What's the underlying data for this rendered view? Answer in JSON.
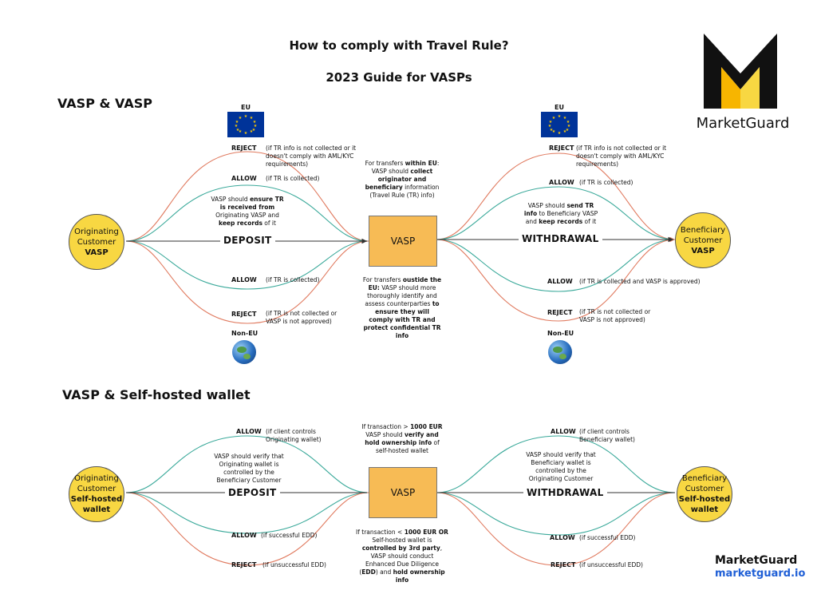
{
  "title": "How to comply with Travel Rule?",
  "subtitle": "2023 Guide for VASPs",
  "logo": {
    "brand": "MarketGuard"
  },
  "footer": {
    "brand": "MarketGuard",
    "url": "marketguard.io"
  },
  "colors": {
    "reject_line": "#e07a5f",
    "allow_line": "#3aa99a",
    "circle_fill": "#f8d742",
    "vasp_fill": "#f7bb55",
    "url": "#1f5fd6"
  },
  "top": {
    "heading": "VASP & VASP",
    "eu_left": "EU",
    "eu_right": "EU",
    "noneu_left": "Non-EU",
    "noneu_right": "Non-EU",
    "orig": {
      "line1": "Originating",
      "line2": "Customer",
      "line3": "VASP"
    },
    "benef": {
      "line1": "Beneficiary",
      "line2": "Customer",
      "line3": "VASP"
    },
    "vasp": "VASP",
    "deposit": "DEPOSIT",
    "withdrawal": "WITHDRAWAL",
    "left": {
      "reject_top": "REJECT",
      "reject_top_note": "(if TR info is not collected or it doesn't comply with AML/KYC requirements)",
      "allow_top": "ALLOW",
      "allow_top_note": "(if TR is collected)",
      "note_a": "VASP should ",
      "note_b": "ensure TR is received from",
      "note_c": " Originating VASP and ",
      "note_d": "keep records",
      "note_e": " of it",
      "allow_bottom": "ALLOW",
      "allow_bottom_note": "(if TR is collected)",
      "reject_bottom": "REJECT",
      "reject_bottom_note": "(if TR is not collected or VASP is not approved)"
    },
    "right": {
      "reject_top": "REJECT",
      "reject_top_note": "(if TR info is not collected or it doesn't comply with AML/KYC requirements)",
      "allow_top": "ALLOW",
      "allow_top_note": "(if TR is collected)",
      "note_a": "VASP should ",
      "note_b": "send TR info",
      "note_c": " to Beneficiary VASP and ",
      "note_d": "keep records",
      "note_e": " of it",
      "allow_bottom": "ALLOW",
      "allow_bottom_note": "(if TR is collected and VASP is approved)",
      "reject_bottom": "REJECT",
      "reject_bottom_note": "(if TR is not collected or VASP is not approved)"
    },
    "eu_text": {
      "a": "For transfers ",
      "b": "within EU",
      "c": ": VASP should ",
      "d": "collect originator and beneficiary",
      "e": " information (Travel Rule (TR) info)"
    },
    "noneu_text": {
      "a": "For transfers ",
      "b": "oustide the EU:",
      "c": " VASP should more thoroughly identify and assess counterparties ",
      "d": "to ensure they will comply with TR and protect confidential TR info"
    }
  },
  "bottom": {
    "heading": "VASP & Self-hosted wallet",
    "orig": {
      "line1": "Originating",
      "line2": "Customer",
      "line3": "Self-hosted",
      "line4": "wallet"
    },
    "benef": {
      "line1": "Beneficiary",
      "line2": "Customer",
      "line3": "Self-hosted",
      "line4": "wallet"
    },
    "vasp": "VASP",
    "deposit": "DEPOSIT",
    "withdrawal": "WITHDRAWAL",
    "left": {
      "allow_top": "ALLOW",
      "allow_top_note": "(if client controls Originating wallet)",
      "note": "VASP should verify that Originating wallet is controlled by the Beneficiary Customer",
      "allow_bottom": "ALLOW",
      "allow_bottom_note": "(if successful EDD)",
      "reject_bottom": "REJECT",
      "reject_bottom_note": "(if unsuccessful EDD)"
    },
    "right": {
      "allow_top": "ALLOW",
      "allow_top_note": "(if client controls Beneficiary wallet)",
      "note": "VASP should verify that Beneficiary wallet is controlled by the Originating Customer",
      "allow_bottom": "ALLOW",
      "allow_bottom_note": "(if successful EDD)",
      "reject_bottom": "REJECT",
      "reject_bottom_note": "(if unsuccessful EDD)"
    },
    "top_text": {
      "a": "If transaction > ",
      "b": "1000 EUR",
      "c": " VASP should ",
      "d": "verify and hold ownership info",
      "e": " of self-hosted wallet"
    },
    "bottom_text": {
      "a": "If transaction < ",
      "b": "1000 EUR OR",
      "c": " Self-hosted wallet is ",
      "d": "controlled by 3rd party",
      "e": ", VASP should conduct Enhanced Due Diligence (",
      "f": "EDD",
      "g": ") and ",
      "h": "hold ownership info"
    }
  }
}
